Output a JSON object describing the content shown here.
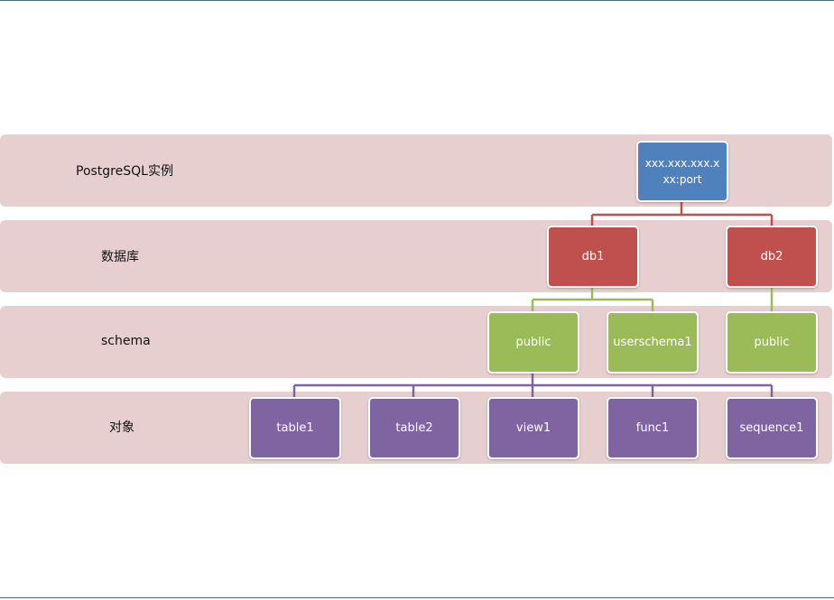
{
  "levels": {
    "instance": "PostgreSQL实例",
    "database": "数据库",
    "schema": "schema",
    "object": "对象"
  },
  "nodes": {
    "instance": {
      "label": "xxx.xxx.xxx.xxx:port",
      "color": "#4f81bd"
    },
    "db1": {
      "label": "db1",
      "color": "#c0504d"
    },
    "db2": {
      "label": "db2",
      "color": "#c0504d"
    },
    "public_db1": {
      "label": "public",
      "color": "#9bbb59"
    },
    "userschema1": {
      "label": "userschema1",
      "color": "#9bbb59"
    },
    "public_db2": {
      "label": "public",
      "color": "#9bbb59"
    },
    "table1": {
      "label": "table1",
      "color": "#8064a2"
    },
    "table2": {
      "label": "table2",
      "color": "#8064a2"
    },
    "view1": {
      "label": "view1",
      "color": "#8064a2"
    },
    "func1": {
      "label": "func1",
      "color": "#8064a2"
    },
    "sequence1": {
      "label": "sequence1",
      "color": "#8064a2"
    }
  },
  "band_color": "#e7cfd0",
  "connector_colors": {
    "instance_to_db": "#c0504d",
    "db_to_schema": "#9bbb59",
    "schema_to_object": "#8064a2"
  }
}
